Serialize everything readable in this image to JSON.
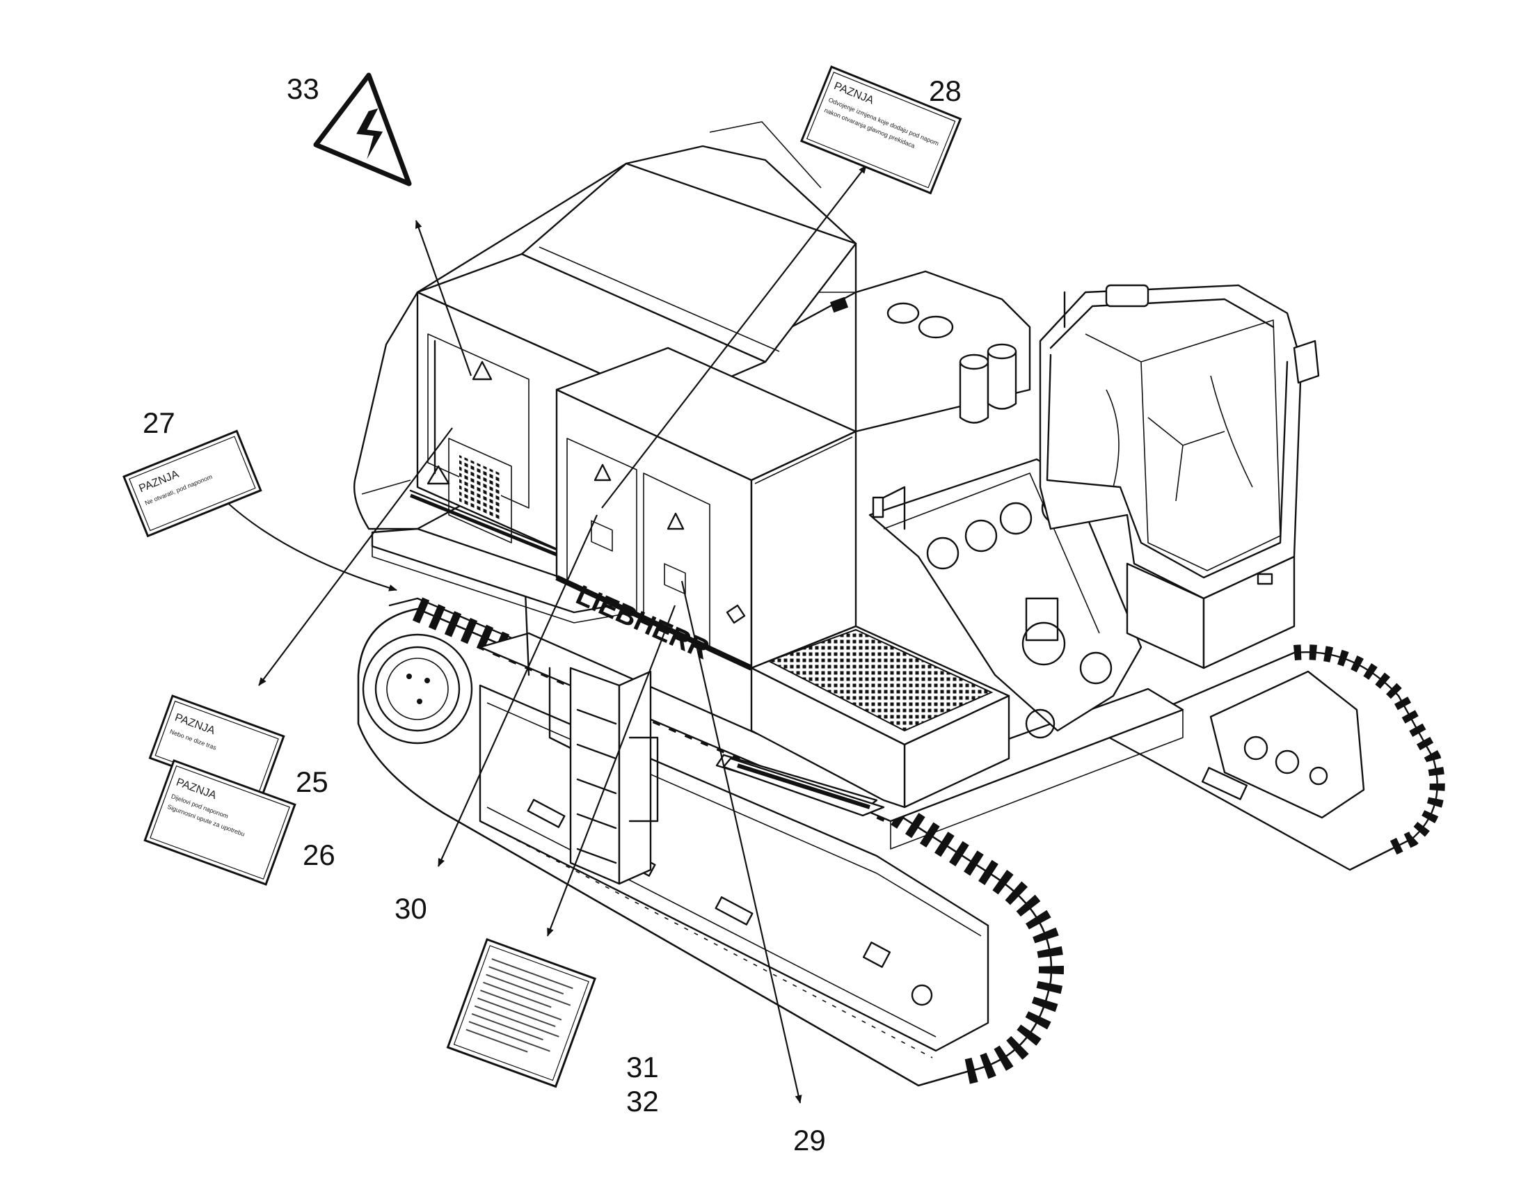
{
  "callouts": {
    "n25": "25",
    "n26": "26",
    "n27": "27",
    "n28": "28",
    "n29": "29",
    "n30": "30",
    "n31": "31",
    "n32": "32",
    "n33": "33"
  },
  "labels": {
    "l25": {
      "title": "PAZNJA",
      "line1": "Nebo ne dize tras"
    },
    "l26": {
      "title": "PAZNJA",
      "line1": "Dijelovi pod naponom",
      "line2": "Sigurnosni upute za upotrebu"
    },
    "l27": {
      "title": "PAZNJA",
      "line1": "Ne otvarati, pod naponom"
    },
    "l28": {
      "title": "PAZNJA",
      "line1": "Odvojenje izmjena koje dodaju pod napom",
      "line2": "nakon otvaranja glavnog prekidaca"
    }
  },
  "machine": {
    "brand_text": "LIEBHERR"
  },
  "icons": {
    "warning_sign": "high-voltage-warning-icon",
    "detail_arrow": "curved-arrow-icon"
  }
}
